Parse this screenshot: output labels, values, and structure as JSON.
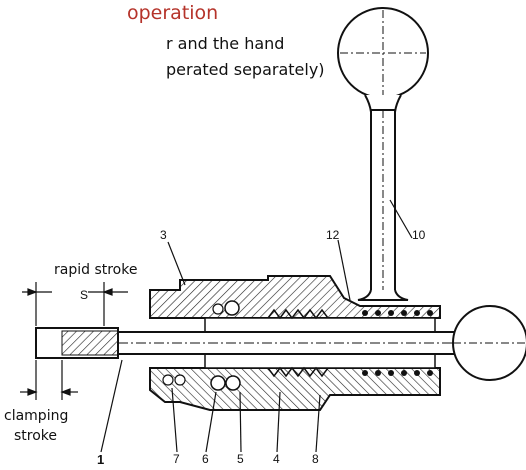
{
  "heading": {
    "title": "operation",
    "line1": "r and the hand",
    "line2": "perated separately)"
  },
  "labels": {
    "rapid_stroke": "rapid stroke",
    "s_symbol": "S",
    "clamping": "clamping",
    "stroke": "stroke"
  },
  "part_numbers": {
    "p1": "1",
    "p3": "3",
    "p4": "4",
    "p5": "5",
    "p6": "6",
    "p7": "7",
    "p8": "8",
    "p10": "10",
    "p12": "12"
  },
  "colors": {
    "title": "#b5332a",
    "ink": "#111111"
  }
}
